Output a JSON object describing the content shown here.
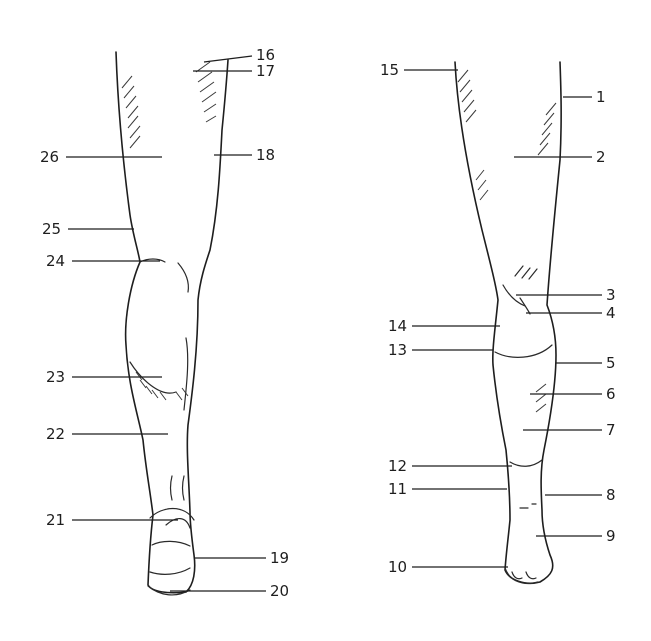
{
  "diagram": {
    "labels": [
      {
        "id": "l1",
        "text": "1"
      },
      {
        "id": "l2",
        "text": "2"
      },
      {
        "id": "l3",
        "text": "3"
      },
      {
        "id": "l4",
        "text": "4"
      },
      {
        "id": "l5",
        "text": "5"
      },
      {
        "id": "l6",
        "text": "6"
      },
      {
        "id": "l7",
        "text": "7"
      },
      {
        "id": "l8",
        "text": "8"
      },
      {
        "id": "l9",
        "text": "9"
      },
      {
        "id": "l10",
        "text": "10"
      },
      {
        "id": "l11",
        "text": "11"
      },
      {
        "id": "l12",
        "text": "12"
      },
      {
        "id": "l13",
        "text": "13"
      },
      {
        "id": "l14",
        "text": "14"
      },
      {
        "id": "l15",
        "text": "15"
      },
      {
        "id": "l16",
        "text": "16"
      },
      {
        "id": "l17",
        "text": "17"
      },
      {
        "id": "l18",
        "text": "18"
      },
      {
        "id": "l19",
        "text": "19"
      },
      {
        "id": "l20",
        "text": "20"
      },
      {
        "id": "l21",
        "text": "21"
      },
      {
        "id": "l22",
        "text": "22"
      },
      {
        "id": "l23",
        "text": "23"
      },
      {
        "id": "l24",
        "text": "24"
      },
      {
        "id": "l25",
        "text": "25"
      },
      {
        "id": "l26",
        "text": "26"
      }
    ]
  }
}
